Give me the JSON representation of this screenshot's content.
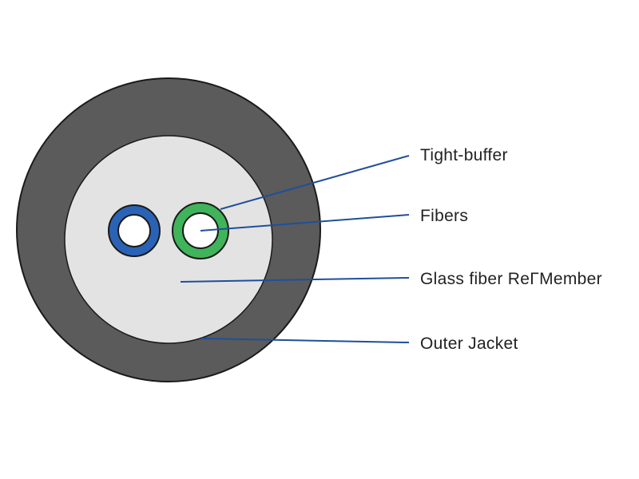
{
  "labels": {
    "tight_buffer": "Tight-buffer",
    "fibers": "Fibers",
    "glass_fiber_member": "Glass fiber ReΓMember",
    "outer_jacket": "Outer Jacket"
  },
  "colors": {
    "outer_jacket": "#5b5b5b",
    "inner_core": "#e3e3e3",
    "fiber_left_ring": "#2a63b6",
    "fiber_right_ring": "#3fb45a",
    "leader_line": "#1f4f9a",
    "outline": "#1a1a1a"
  }
}
